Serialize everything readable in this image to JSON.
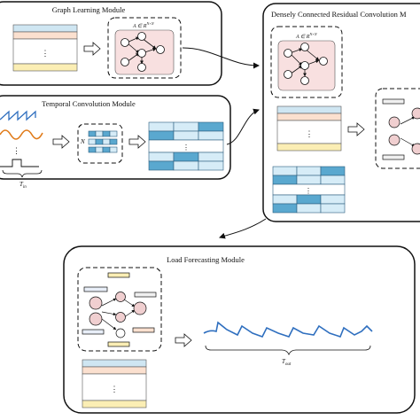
{
  "modules": {
    "graph_learning": {
      "title": "Graph Learning Module",
      "matrix_label": "A ∈ R",
      "matrix_sup": "N×N"
    },
    "temporal_conv": {
      "title": "Temporal Convolution Module",
      "n_label": "N",
      "t_in_label": "T",
      "t_in_sub": "in"
    },
    "dense_residual": {
      "title": "Densely Connected Residual Convolution M",
      "matrix_label": "A ∈ R",
      "matrix_sup": "N×N"
    },
    "load_forecasting": {
      "title": "Load Forecasting Module",
      "t_out_label": "T",
      "t_out_sub": "out"
    }
  },
  "symbols": {
    "ellipsis": "⋮"
  },
  "colors": {
    "row_blue": "#cfe6f2",
    "row_peach": "#fbe0cf",
    "row_yellow": "#fbeeb4",
    "cell_dark": "#5aa8cf",
    "cell_light": "#d6ecf7",
    "node_fill": "#f3d3d3",
    "node_pink": "#f0cfd0",
    "panel_pink": "#f8e0e0",
    "wave_blue": "#2f6fbf",
    "wave_orange": "#e07b1a"
  }
}
